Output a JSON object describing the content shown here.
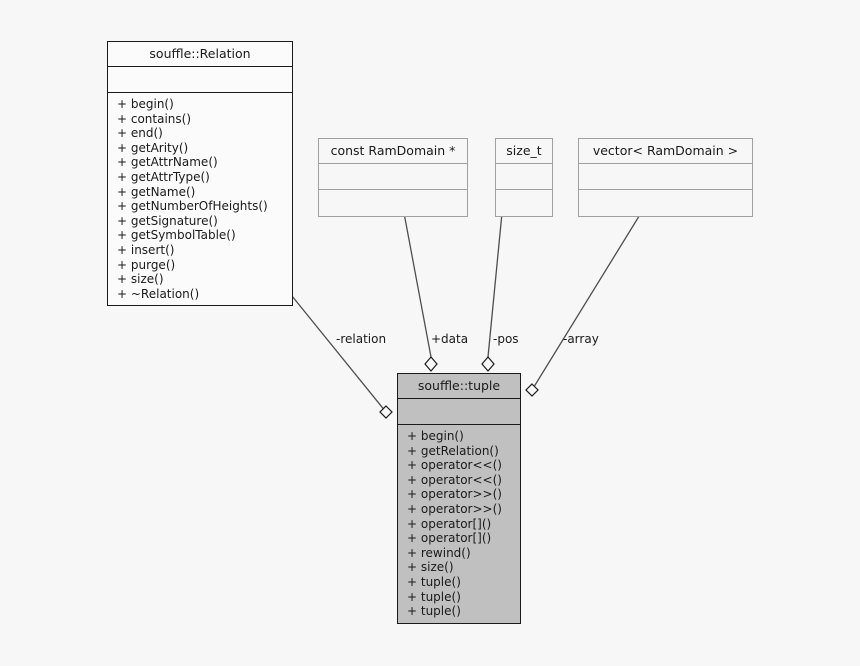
{
  "diagram": {
    "type": "uml-class-diagram",
    "background_color": "#f7f7f7",
    "highlight_fill": "#c0c0c0",
    "line_color": "#4d4d4d"
  },
  "classes": {
    "relation": {
      "name": "souffle::Relation",
      "attributes": [],
      "operations": [
        "+ begin()",
        "+ contains()",
        "+ end()",
        "+ getArity()",
        "+ getAttrName()",
        "+ getAttrType()",
        "+ getName()",
        "+ getNumberOfHeights()",
        "+ getSignature()",
        "+ getSymbolTable()",
        "+ insert()",
        "+ purge()",
        "+ size()",
        "+ ~Relation()"
      ]
    },
    "ramdomain_ptr": {
      "name": "const RamDomain *",
      "attributes": [],
      "operations": []
    },
    "size_t": {
      "name": "size_t",
      "attributes": [],
      "operations": []
    },
    "vector_ramdomain": {
      "name": "vector< RamDomain >",
      "attributes": [],
      "operations": []
    },
    "tuple": {
      "name": "souffle::tuple",
      "attributes": [],
      "operations": [
        "+ begin()",
        "+ getRelation()",
        "+ operator<<()",
        "+ operator<<()",
        "+ operator>>()",
        "+ operator>>()",
        "+ operator[]()",
        "+ operator[]()",
        "+ rewind()",
        "+ size()",
        "+ tuple()",
        "+ tuple()",
        "+ tuple()"
      ]
    }
  },
  "edges": [
    {
      "id": "relation-edge",
      "label": "-relation",
      "from": "relation",
      "to": "tuple",
      "kind": "aggregation"
    },
    {
      "id": "data-edge",
      "label": "+data",
      "from": "ramdomain_ptr",
      "to": "tuple",
      "kind": "aggregation"
    },
    {
      "id": "pos-edge",
      "label": "-pos",
      "from": "size_t",
      "to": "tuple",
      "kind": "aggregation"
    },
    {
      "id": "array-edge",
      "label": "-array",
      "from": "vector_ramdomain",
      "to": "tuple",
      "kind": "aggregation"
    }
  ]
}
